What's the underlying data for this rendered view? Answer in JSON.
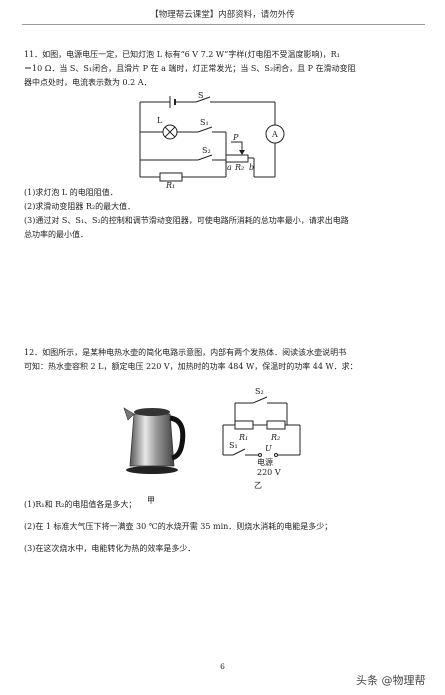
{
  "header": "【物理帮云课堂】内部资料，请勿外传",
  "q11": {
    "stem_l1": "11．如图，电源电压一定，已知灯泡 L 标有“6 V  7.2 W”字样(灯电阻不受温度影响)，R₁",
    "stem_l2": "＝10 Ω．当 S、S₁闭合，且滑片 P 在 a 端时，灯正常发光；当 S、S₂闭合，且 P 在滑动变阻",
    "stem_l3": "器中点处时，电流表示数为 0.2 A．",
    "labels": {
      "S": "S",
      "S1": "S₁",
      "S2": "S₂",
      "L": "L",
      "P": "P",
      "a": "a",
      "b": "b",
      "R2": "R₂",
      "R1": "R₁",
      "A": "A"
    },
    "sub1": "(1)求灯泡 L 的电阻阻值．",
    "sub2": "(2)求滑动变阻器 R₂的最大值．",
    "sub3_l1": "(3)通过对 S、S₁、S₂的控制和调节滑动变阻器，可使电路所消耗的总功率最小，请求出电路",
    "sub3_l2": "总功率的最小值．"
  },
  "q12": {
    "stem_l1": "12．如图所示，是某种电热水壶的简化电路示意图，内部有两个发热体．阅读该水壶说明书",
    "stem_l2": "可知：热水壶容积 2 L，额定电压 220 V，加热时的功率 484 W，保温时的功率 44 W．求：",
    "labels": {
      "S2": "S₂",
      "R1": "R₁",
      "R2": "R₂",
      "S1": "S₁",
      "U": "U",
      "src": "电源",
      "volt": "220 V",
      "jia": "甲",
      "yi": "乙"
    },
    "sub1": "(1)R₁和 R₂的电阻值各是多大；",
    "sub2": "(2)在 1 标准大气压下将一满壶 30 ℃的水烧开需 35 min．则烧水消耗的电能是多少；",
    "sub3": "(3)在这次烧水中，电能转化为热的效率是多少．"
  },
  "page_number": "6",
  "watermark": "头条 @物理帮"
}
